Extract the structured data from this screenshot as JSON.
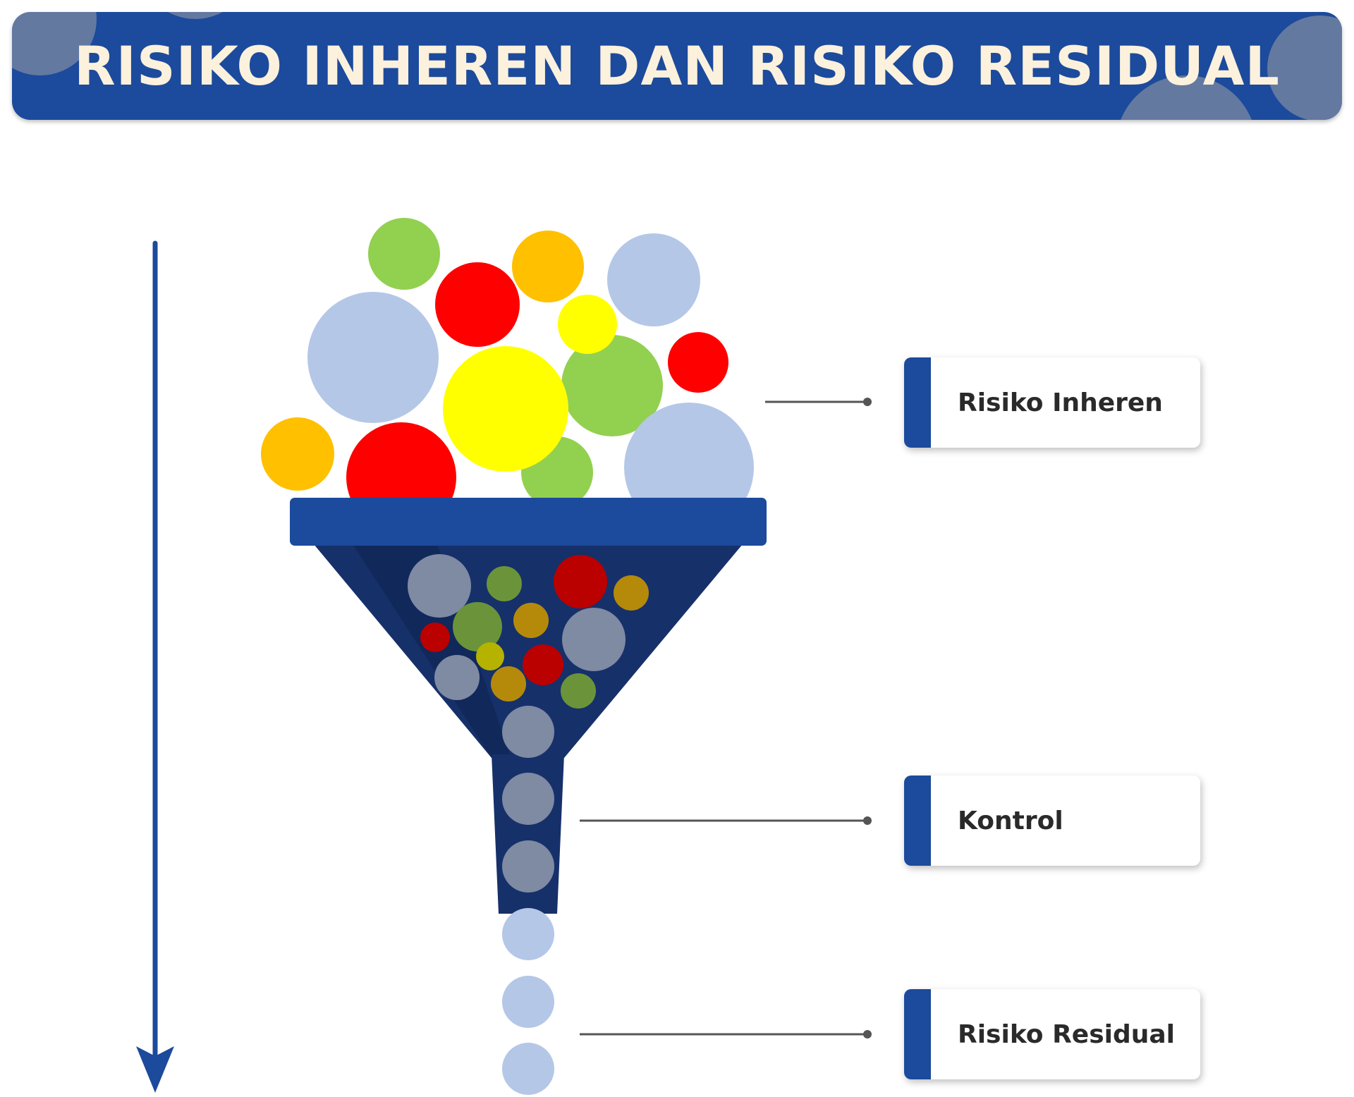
{
  "title": "RISIKO INHEREN DAN RISIKO RESIDUAL",
  "labels": {
    "inherent": "Risiko Inheren",
    "control": "Kontrol",
    "residual": "Risiko Residual"
  },
  "colors": {
    "brand_blue": "#1c4a9c",
    "funnel_dark": "#16306a",
    "title_text": "#fbf1dd",
    "risk_red": "#ff0000",
    "risk_orange": "#ffc000",
    "risk_yellow": "#ffff00",
    "risk_green": "#92d050",
    "risk_lightblue": "#b4c7e7"
  },
  "icons": [
    "down-arrow-icon",
    "funnel-icon"
  ]
}
